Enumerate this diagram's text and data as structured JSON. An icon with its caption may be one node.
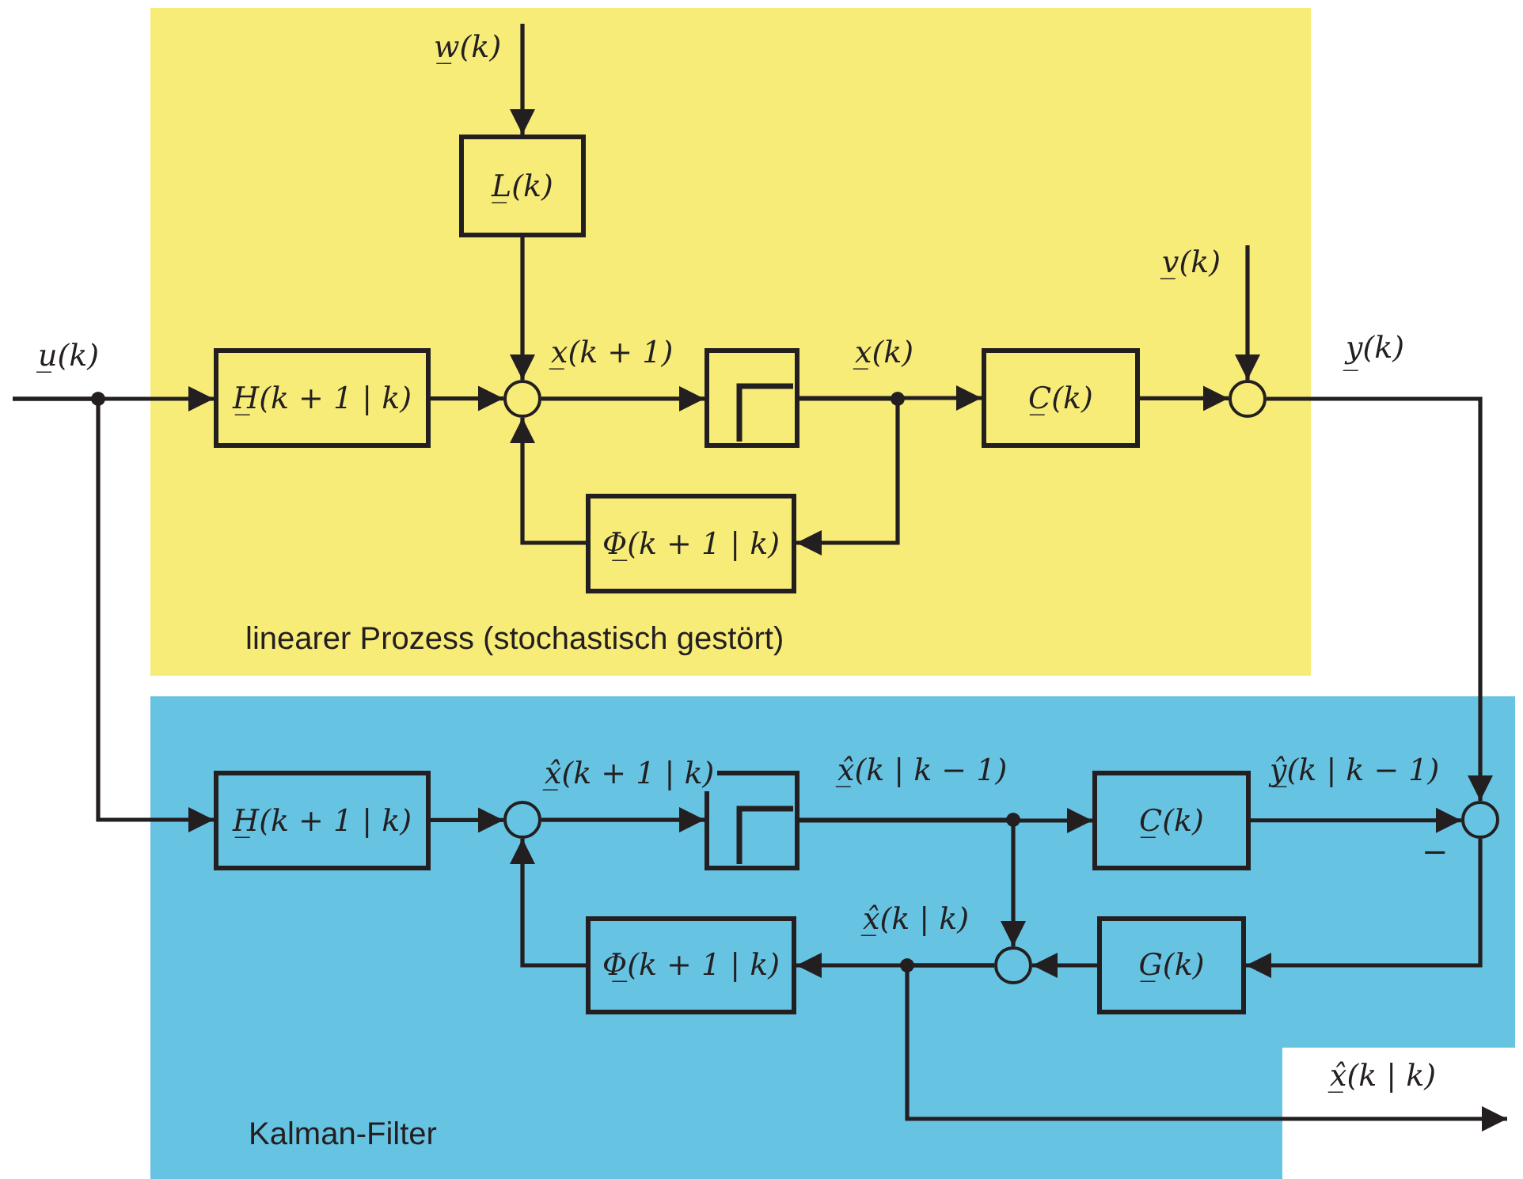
{
  "diagram": {
    "nodes": [
      {
        "text": [
          "linearer Prozess (stochastisch gestört)"
        ]
      },
      {
        "text": [
          "L̲(k)"
        ],
        "in": 0
      },
      {
        "text": [
          "H̲(k + 1 | k)"
        ],
        "in": 0
      },
      {
        "text": [],
        "shape": "circle",
        "in": 0
      },
      {
        "text": [],
        "shape": "box",
        "in": 0
      },
      {
        "text": [
          "C̲(k)"
        ],
        "in": 0
      },
      {
        "text": [
          "Φ̲(k + 1 | k)"
        ],
        "in": 0
      },
      {
        "text": [],
        "shape": "circle",
        "in": 0
      },
      {
        "text": [
          "Kalman-Filter"
        ]
      },
      {
        "text": [
          "H̲(k + 1 | k)"
        ],
        "in": 8
      },
      {
        "text": [],
        "shape": "circle",
        "in": 8
      },
      {
        "text": [],
        "shape": "box",
        "in": 8
      },
      {
        "text": [
          "C̲(k)"
        ],
        "in": 8
      },
      {
        "text": [],
        "shape": "circle",
        "in": 8
      },
      {
        "text": [
          "G̲(k)"
        ],
        "in": 8
      },
      {
        "text": [],
        "shape": "circle",
        "in": 8
      },
      {
        "text": [
          "Φ̲(k + 1 | k)"
        ],
        "in": 8
      }
    ],
    "edges": [
      {
        "from": null,
        "to": 2,
        "arrow": "to",
        "label": "u̲(k)"
      },
      {
        "from": null,
        "to": 9,
        "arrow": "to"
      },
      {
        "from": null,
        "to": 1,
        "arrow": "to",
        "label": "w̲(k)"
      },
      {
        "from": 1,
        "to": 3,
        "arrow": "to"
      },
      {
        "from": 2,
        "to": 3,
        "arrow": "to"
      },
      {
        "from": 3,
        "to": 4,
        "arrow": "to",
        "label": "x̲(k + 1)"
      },
      {
        "from": 4,
        "to": 5,
        "arrow": "to",
        "label": "x̲(k)"
      },
      {
        "from": 4,
        "to": 6,
        "arrow": "to"
      },
      {
        "from": 6,
        "to": 3,
        "arrow": "to"
      },
      {
        "from": 5,
        "to": 7,
        "arrow": "to"
      },
      {
        "from": null,
        "to": 7,
        "arrow": "to",
        "label": "v̲(k)"
      },
      {
        "from": 7,
        "to": 13,
        "arrow": "to",
        "label": "y̲(k)"
      },
      {
        "from": 9,
        "to": 10,
        "arrow": "to"
      },
      {
        "from": 10,
        "to": 11,
        "arrow": "to",
        "label": "x̲̂(k + 1 | k)"
      },
      {
        "from": 11,
        "to": 12,
        "arrow": "to",
        "label": "x̲̂(k | k − 1)"
      },
      {
        "from": 11,
        "to": 15,
        "arrow": "to"
      },
      {
        "from": 12,
        "to": 13,
        "arrow": "to",
        "label": "ŷ̲(k | k − 1)"
      },
      {
        "from": 13,
        "to": 14,
        "arrow": "to"
      },
      {
        "from": 14,
        "to": 15,
        "arrow": "to"
      },
      {
        "from": 15,
        "to": 16,
        "arrow": "to",
        "label": "x̲̂(k | k)"
      },
      {
        "from": 15,
        "to": null,
        "arrow": "to",
        "label": "x̲̂(k | k)"
      },
      {
        "from": 16,
        "to": 10,
        "arrow": "to"
      }
    ],
    "labels": [
      "−"
    ]
  }
}
